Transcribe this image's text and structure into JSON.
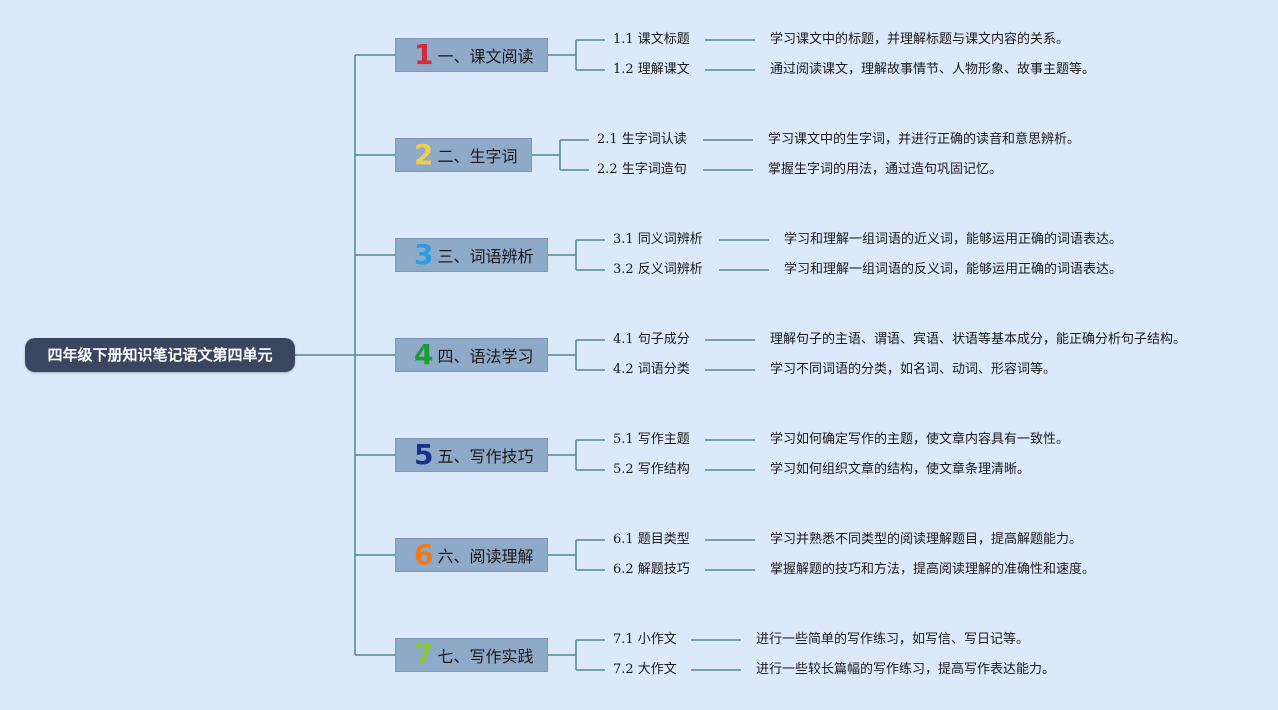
{
  "root": {
    "title": "四年级下册知识笔记语文第四单元"
  },
  "colors": {
    "line": "#4f8a86",
    "background": "#dbe9fa",
    "root_fill": "#3a4660",
    "branch_fill": "#8fa9c9"
  },
  "branches": [
    {
      "number": "1",
      "number_color": "#d62839",
      "label": "一、课文阅读",
      "items": [
        {
          "label": "1.1 课文标题",
          "desc": "学习课文中的标题，并理解标题与课文内容的关系。"
        },
        {
          "label": "1.2 理解课文",
          "desc": "通过阅读课文，理解故事情节、人物形象、故事主题等。"
        }
      ]
    },
    {
      "number": "2",
      "number_color": "#f2cf4a",
      "label": "二、生字词",
      "items": [
        {
          "label": "2.1 生字词认读",
          "desc": "学习课文中的生字词，并进行正确的读音和意思辨析。"
        },
        {
          "label": "2.2 生字词造句",
          "desc": "掌握生字词的用法，通过造句巩固记忆。"
        }
      ]
    },
    {
      "number": "3",
      "number_color": "#2a9de0",
      "label": "三、词语辨析",
      "items": [
        {
          "label": "3.1 同义词辨析",
          "desc": "学习和理解一组词语的近义词，能够运用正确的词语表达。"
        },
        {
          "label": "3.2 反义词辨析",
          "desc": "学习和理解一组词语的反义词，能够运用正确的词语表达。"
        }
      ]
    },
    {
      "number": "4",
      "number_color": "#1e9a3c",
      "label": "四、语法学习",
      "items": [
        {
          "label": "4.1 句子成分",
          "desc": "理解句子的主语、谓语、宾语、状语等基本成分，能正确分析句子结构。"
        },
        {
          "label": "4.2 词语分类",
          "desc": "学习不同词语的分类，如名词、动词、形容词等。"
        }
      ]
    },
    {
      "number": "5",
      "number_color": "#1b2f8c",
      "label": "五、写作技巧",
      "items": [
        {
          "label": "5.1 写作主题",
          "desc": "学习如何确定写作的主题，使文章内容具有一致性。"
        },
        {
          "label": "5.2 写作结构",
          "desc": "学习如何组织文章的结构，使文章条理清晰。"
        }
      ]
    },
    {
      "number": "6",
      "number_color": "#f07a1a",
      "label": "六、阅读理解",
      "items": [
        {
          "label": "6.1 题目类型",
          "desc": "学习并熟悉不同类型的阅读理解题目，提高解题能力。"
        },
        {
          "label": "6.2 解题技巧",
          "desc": "掌握解题的技巧和方法，提高阅读理解的准确性和速度。"
        }
      ]
    },
    {
      "number": "7",
      "number_color": "#8cc63f",
      "label": "七、写作实践",
      "items": [
        {
          "label": "7.1 小作文",
          "desc": "进行一些简单的写作练习，如写信、写日记等。"
        },
        {
          "label": "7.2 大作文",
          "desc": "进行一些较长篇幅的写作练习，提高写作表达能力。"
        }
      ]
    }
  ]
}
